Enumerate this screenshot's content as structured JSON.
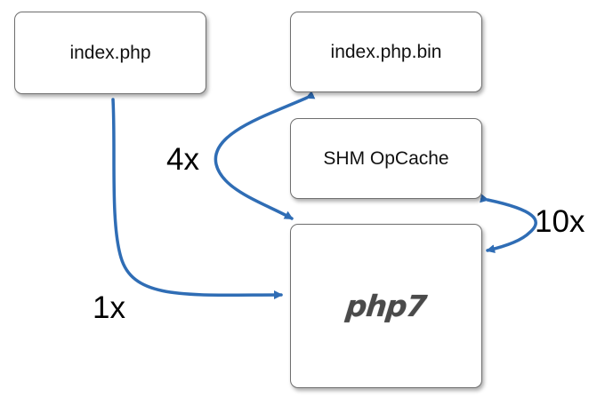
{
  "nodes": {
    "source": "index.php",
    "binary": "index.php.bin",
    "cache": "SHM OpCache",
    "engine": "php7"
  },
  "edges": {
    "source_to_engine": "1x",
    "binary_engine": "4x",
    "cache_engine": "10x"
  },
  "colors": {
    "arrow": "#2f6db5",
    "box_border": "#6f6f6f",
    "logo": "#4a4a4a"
  }
}
